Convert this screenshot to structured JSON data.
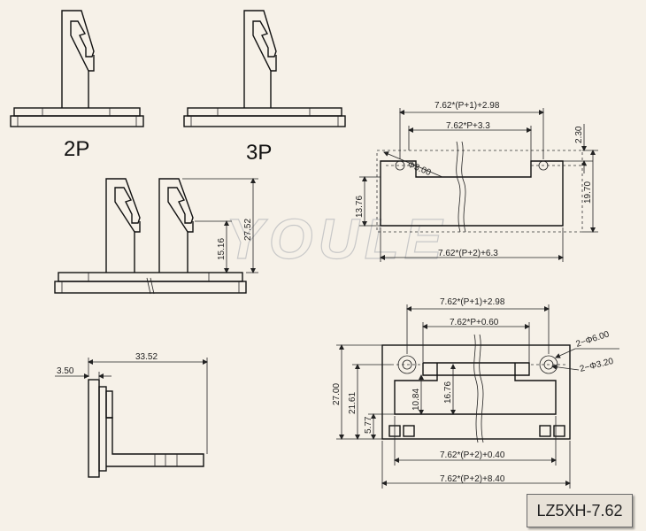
{
  "labels": {
    "two_pin": "2P",
    "three_pin": "3P",
    "watermark": "YOULE",
    "model": "LZ5XH-7.62"
  },
  "dims": {
    "d_27_52": "27.52",
    "d_15_16": "15.16",
    "d_33_52": "33.52",
    "d_3_50": "3.50",
    "top_a": "7.62*(P+1)+2.98",
    "top_b": "7.62*P+3.3",
    "top_c": "7.62*(P+2)+6.3",
    "d_2_30": "2.30",
    "d_19_70": "19.70",
    "d_13_76": "13.76",
    "phi_3_00": "Φ3.00",
    "bot_a": "7.62*(P+1)+2.98",
    "bot_b": "7.62*P+0.60",
    "bot_c": "7.62*(P+2)+0.40",
    "bot_d": "7.62*(P+2)+8.40",
    "d_27_00": "27.00",
    "d_21_61": "21.61",
    "d_5_77": "5.77",
    "d_10_84": "10.84",
    "d_16_76": "16.76",
    "phi_6_00": "2−Φ6.00",
    "phi_3_20": "2−Φ3.20"
  }
}
